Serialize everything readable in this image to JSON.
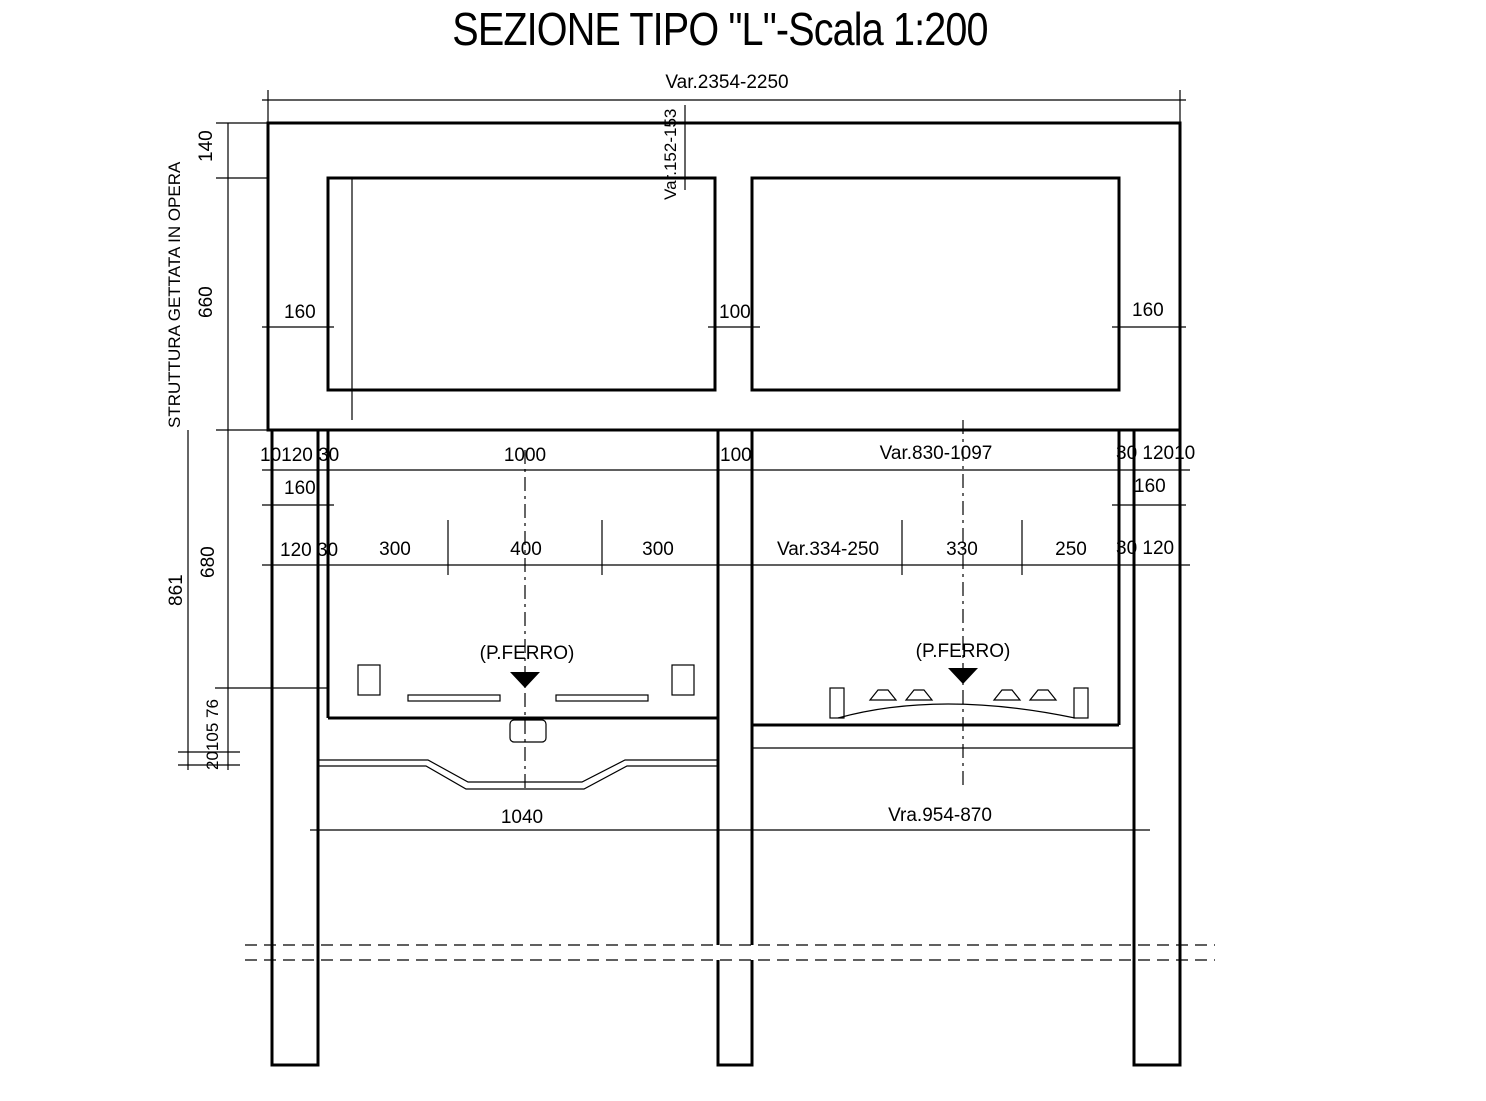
{
  "title": "SEZIONE TIPO \"L\"-Scala 1:200",
  "labels": {
    "overall_width": "Var.2354-2250",
    "top_slab_var": "Var.152-153",
    "top_slab": "140",
    "upper_cell_height": "660",
    "side_note": "STRUTTURA GETTATA IN OPERA",
    "left_wall": "160",
    "mid_wall": "100",
    "right_wall": "160",
    "total_height": "861",
    "lower_height": "680",
    "bottom_dims": "20105 76",
    "l_wall_group": "10120 30",
    "l_haunch": "160",
    "l_wall_2": "120 30",
    "left_bay_width": "1000",
    "left_mid_wall": "100",
    "right_bay_width": "Var.830-1097",
    "r_wall_group": "30 12010",
    "r_haunch": "160",
    "r_wall_2": "30 120",
    "l_sub_1": "300",
    "l_sub_2": "400",
    "l_sub_3": "300",
    "r_sub_1": "Var.334-250",
    "r_sub_2": "330",
    "r_sub_3": "250",
    "rail_left": "(P.FERRO)",
    "rail_right": "(P.FERRO)",
    "base_left": "1040",
    "base_right": "Vra.954-870"
  }
}
